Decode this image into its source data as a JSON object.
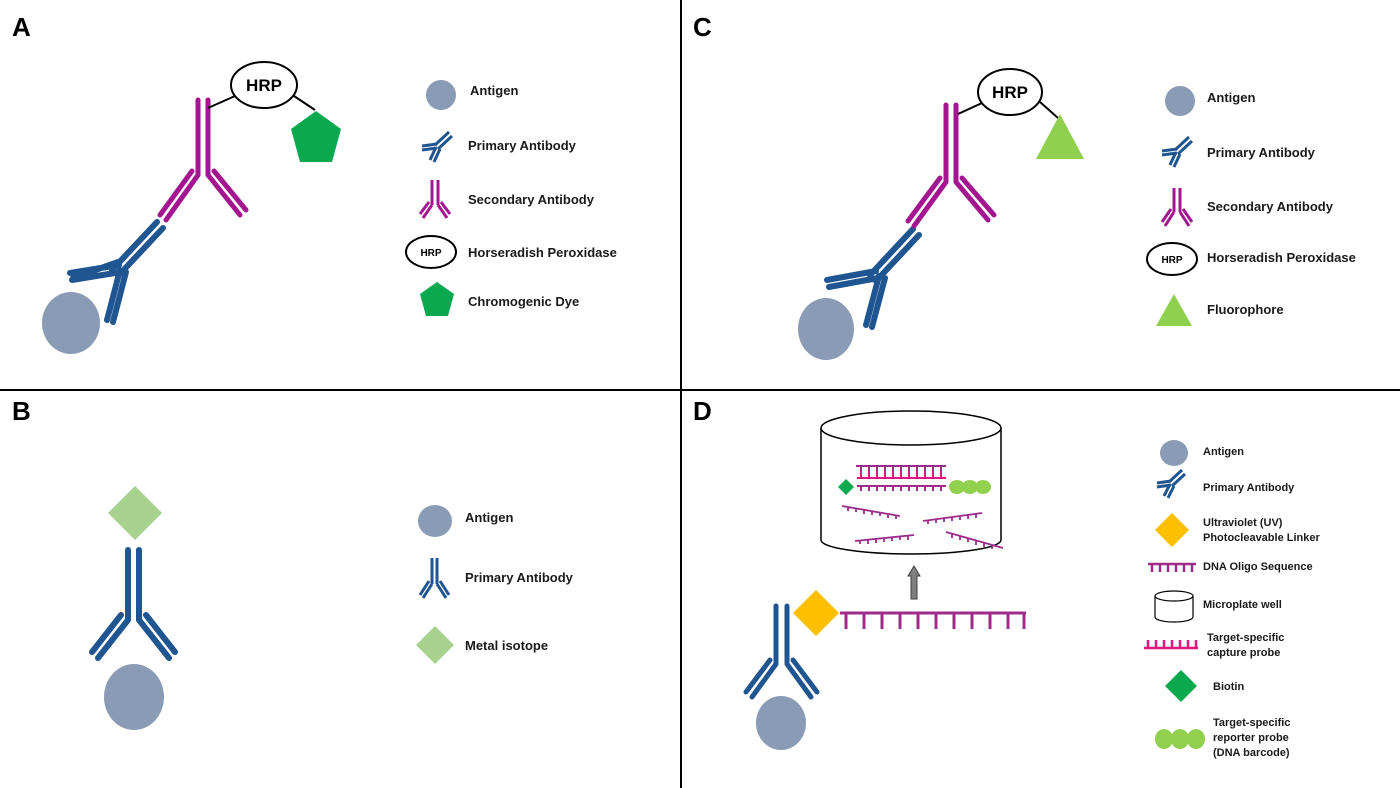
{
  "colors": {
    "antigen": "#8a9bb5",
    "primary_antibody": "#1f5591",
    "secondary_antibody": "#a3168f",
    "chromogenic_dye": "#0aa84f",
    "fluorophore": "#8fd14f",
    "metal_isotope": "#a9d18e",
    "uv_linker": "#fdbf00",
    "dna_oligo": "#9e2a8a",
    "capture_probe": "#e0167a",
    "biotin": "#0aa84f",
    "reporter_probe": "#92d050",
    "arrow": "#7f7f7f"
  },
  "panels": {
    "A": {
      "letter": "A",
      "hrp_label": "HRP",
      "legend": [
        {
          "icon": "antigen-icon",
          "label": "Antigen"
        },
        {
          "icon": "primary-antibody-icon",
          "label": "Primary Antibody"
        },
        {
          "icon": "secondary-antibody-icon",
          "label": "Secondary Antibody"
        },
        {
          "icon": "hrp-icon",
          "icon_text": "HRP",
          "label": "Horseradish Peroxidase"
        },
        {
          "icon": "chromogenic-dye-icon",
          "label": "Chromogenic Dye"
        }
      ]
    },
    "B": {
      "letter": "B",
      "legend": [
        {
          "icon": "antigen-icon",
          "label": "Antigen"
        },
        {
          "icon": "primary-antibody-icon",
          "label": "Primary Antibody"
        },
        {
          "icon": "metal-isotope-icon",
          "label": "Metal isotope"
        }
      ]
    },
    "C": {
      "letter": "C",
      "hrp_label": "HRP",
      "legend": [
        {
          "icon": "antigen-icon",
          "label": "Antigen"
        },
        {
          "icon": "primary-antibody-icon",
          "label": "Primary Antibody"
        },
        {
          "icon": "secondary-antibody-icon",
          "label": "Secondary Antibody"
        },
        {
          "icon": "hrp-icon",
          "icon_text": "HRP",
          "label": "Horseradish Peroxidase"
        },
        {
          "icon": "fluorophore-icon",
          "label": "Fluorophore"
        }
      ]
    },
    "D": {
      "letter": "D",
      "legend": [
        {
          "icon": "antigen-icon",
          "label": "Antigen"
        },
        {
          "icon": "primary-antibody-icon",
          "label": "Primary Antibody"
        },
        {
          "icon": "uv-linker-icon",
          "label_lines": [
            "Ultraviolet (UV)",
            "Photocleavable Linker"
          ]
        },
        {
          "icon": "dna-oligo-icon",
          "label": "DNA Oligo Sequence"
        },
        {
          "icon": "microplate-well-icon",
          "label": "Microplate well"
        },
        {
          "icon": "capture-probe-icon",
          "label_lines": [
            "Target-specific",
            "capture probe"
          ]
        },
        {
          "icon": "biotin-icon",
          "label": "Biotin"
        },
        {
          "icon": "reporter-probe-icon",
          "label_lines": [
            "Target-specific",
            "reporter probe",
            "(DNA barcode)"
          ]
        }
      ]
    }
  }
}
